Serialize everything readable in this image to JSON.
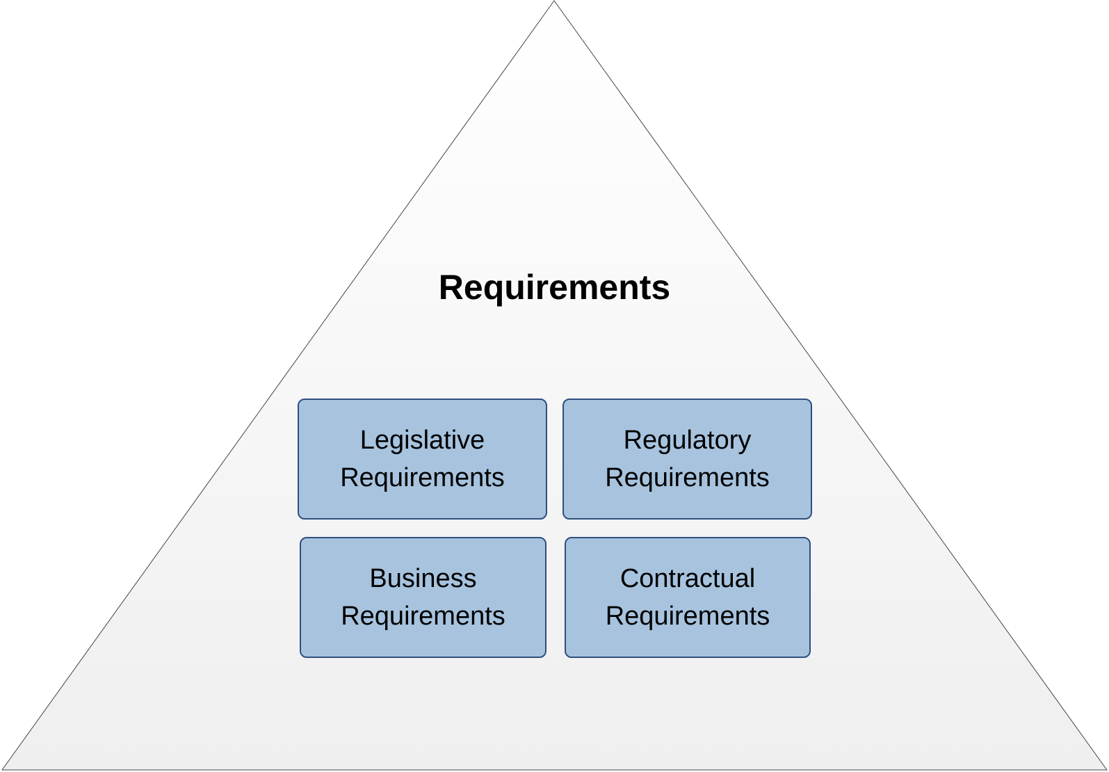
{
  "title": "Requirements",
  "boxes": [
    {
      "line1": "Legislative",
      "line2": "Requirements"
    },
    {
      "line1": "Regulatory",
      "line2": "Requirements"
    },
    {
      "line1": "Business",
      "line2": "Requirements"
    },
    {
      "line1": "Contractual",
      "line2": "Requirements"
    }
  ],
  "colors": {
    "box_fill": "#a7c3de",
    "box_border": "#2f4f7f",
    "triangle_top": "#ffffff",
    "triangle_bottom": "#efefef"
  }
}
